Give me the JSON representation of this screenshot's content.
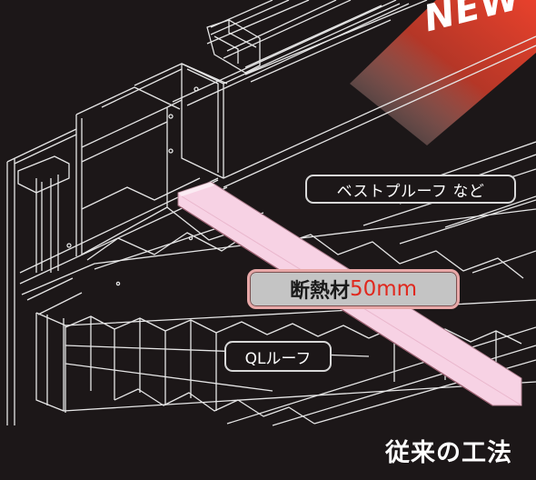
{
  "labels": {
    "vest_proof": "ベストプルーフ など",
    "ql_roof": "QLルーフ",
    "insulation_main": "断熱材",
    "insulation_thickness": "50mm"
  },
  "caption": "従来の工法",
  "badge": "NEW",
  "colors": {
    "background": "#1c1718",
    "line": "#e6e6e6",
    "insulation_board": "#f7d2e4",
    "accent_red": "#e0281e",
    "badge_gradient_start": "#e8412c"
  }
}
